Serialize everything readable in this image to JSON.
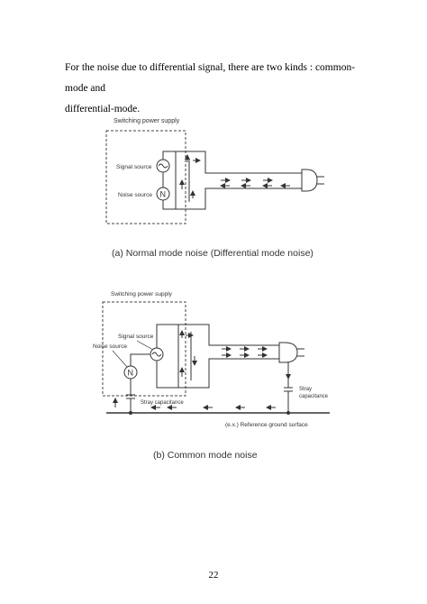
{
  "paragraph": {
    "line1": "For the noise due to differential signal, there are two kinds : common-mode and",
    "line2": "differential-mode."
  },
  "figure_a": {
    "box_label": "Switching power supply",
    "signal_label": "Signal source",
    "noise_label": "Noise source",
    "noise_symbol": "N",
    "caption": "(a) Normal mode noise (Differential mode noise)"
  },
  "figure_b": {
    "box_label": "Switching power supply",
    "signal_label": "Signal source",
    "noise_label": "Noise source",
    "noise_symbol": "N",
    "stray_left": "Stray capacitance",
    "stray_right_1": "Stray",
    "stray_right_2": "capacitance",
    "ground_label": "(e.x.) Reference ground surface",
    "caption": "(b) Common mode noise"
  },
  "page_number": "22"
}
